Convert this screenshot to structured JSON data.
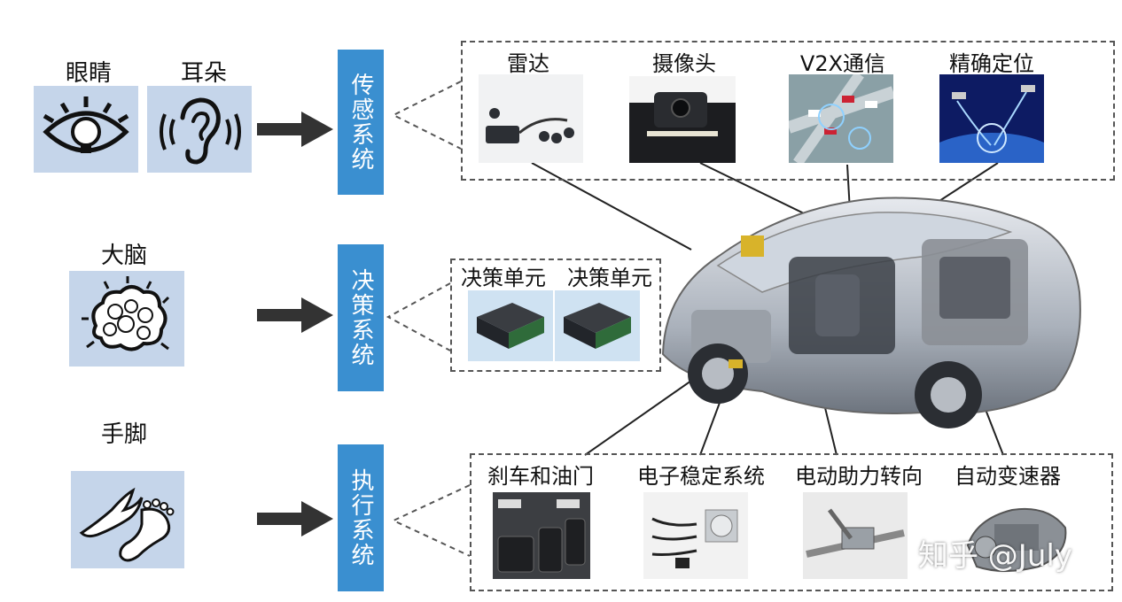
{
  "human": {
    "eyes": "眼睛",
    "ears": "耳朵",
    "brain": "大脑",
    "limbs": "手脚"
  },
  "systems": {
    "sensing": "传感系统",
    "decision": "决策系统",
    "execution": "执行系统"
  },
  "components": {
    "radar": "雷达",
    "camera": "摄像头",
    "v2x": "V2X通信",
    "positioning": "精确定位",
    "decision_unit_1": "决策单元",
    "decision_unit_2": "决策单元",
    "brake_throttle": "刹车和油门",
    "esc": "电子稳定系统",
    "eps": "电动助力转向",
    "transmission": "自动变速器"
  },
  "watermark": "知乎 @July",
  "colors": {
    "system_box": "#3a8fd0",
    "icon_box": "#c5d5ea",
    "arrow": "#333333"
  }
}
